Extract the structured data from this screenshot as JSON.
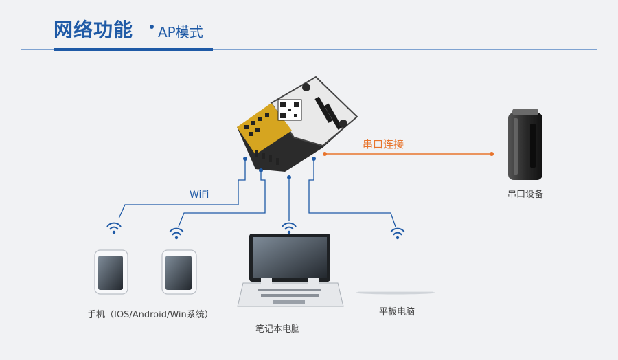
{
  "header": {
    "title_main": "网络功能",
    "title_sub": "AP模式"
  },
  "labels": {
    "wifi": "WiFi",
    "serial_link": "串口连接",
    "serial_device": "串口设备",
    "phone": "手机（IOS/Android/Win系统）",
    "laptop": "笔记本电脑",
    "tablet": "平板电脑"
  },
  "colors": {
    "accent_blue": "#1f5aa6",
    "serial_orange": "#e8742c"
  }
}
